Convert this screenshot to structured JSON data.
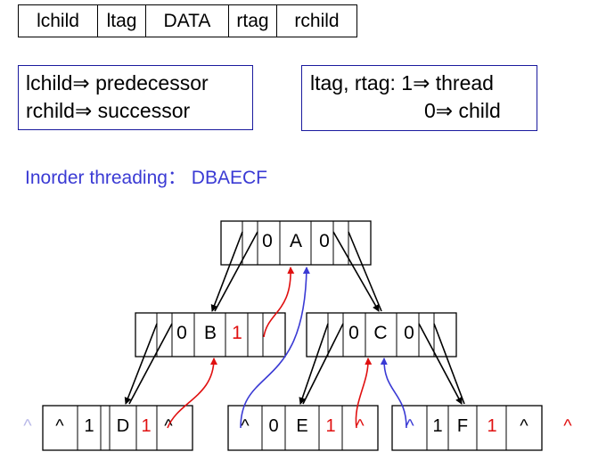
{
  "node_structure": {
    "fields": [
      "lchild",
      "ltag",
      "DATA",
      "rtag",
      "rchild"
    ]
  },
  "legend": {
    "left_line1": "lchild⇒ predecessor",
    "left_line2": "rchild⇒ successor",
    "right_line1": "ltag, rtag: 1⇒ thread",
    "right_line2": "0⇒ child"
  },
  "caption": "Inorder threading： DBAECF",
  "tree": {
    "nil_symbol": "^",
    "nodes": [
      {
        "id": "A",
        "ltag": "0",
        "data": "A",
        "rtag": "0"
      },
      {
        "id": "B",
        "ltag": "0",
        "data": "B",
        "rtag": "1"
      },
      {
        "id": "C",
        "ltag": "0",
        "data": "C",
        "rtag": "0"
      },
      {
        "id": "D",
        "lchild": "^",
        "ltag": "1",
        "data": "D",
        "rtag": "1",
        "rchild": "^"
      },
      {
        "id": "E",
        "lchild": "^",
        "ltag": "0",
        "data": "E",
        "rtag": "1",
        "rchild": "^"
      },
      {
        "id": "F",
        "lchild": "^",
        "ltag": "1",
        "data": "F",
        "rtag": "1",
        "rchild": "^"
      }
    ],
    "colors": {
      "child_link": "#000000",
      "successor_thread": "#e01010",
      "predecessor_thread": "#3a3ad4",
      "nil_marker": "#e01010"
    }
  }
}
